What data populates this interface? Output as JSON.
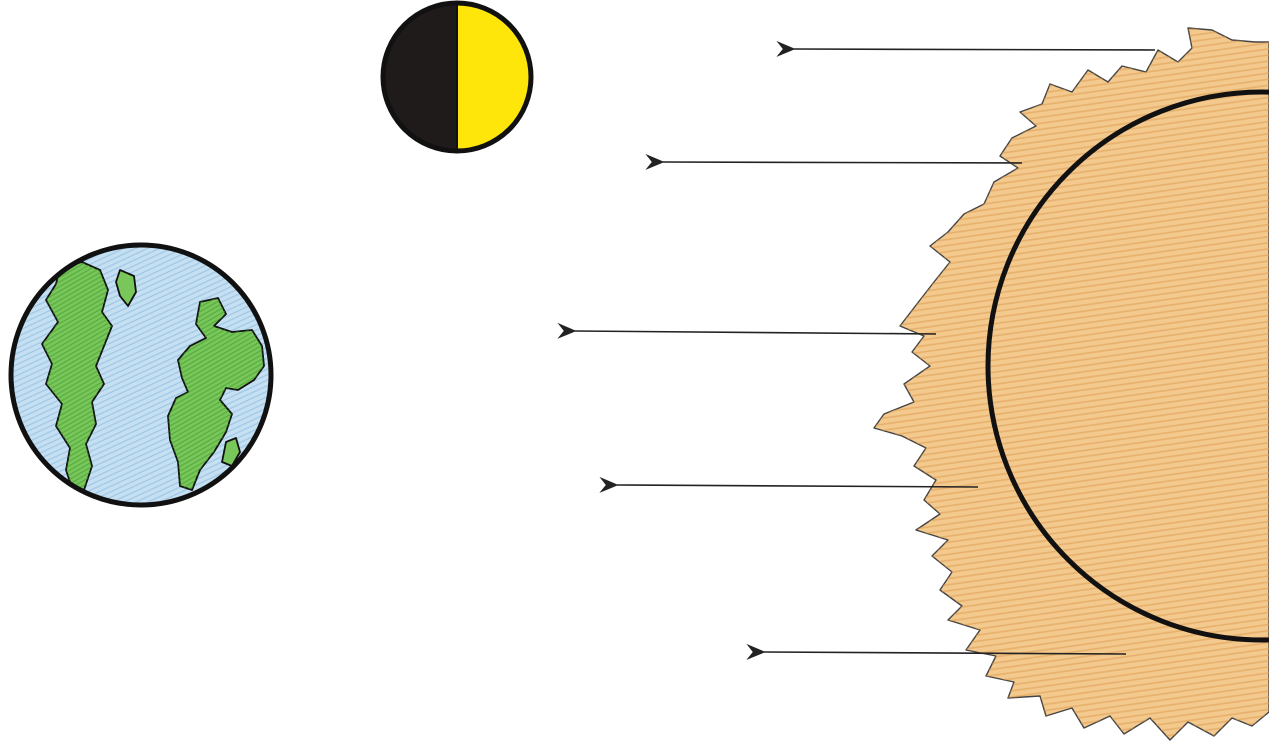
{
  "colors": {
    "background": "#ffffff",
    "outline": "#111111",
    "moon_dark": "#1f1b1a",
    "moon_lit": "#ffe60a",
    "ocean": "#bfdcef",
    "land": "#6fbf4a",
    "sun_fill": "#f1c489",
    "sun_shade": "#e3a45a",
    "arrow": "#222222"
  },
  "icons": {
    "sun": "sun-icon",
    "earth": "earth-icon",
    "moon": "moon-icon"
  },
  "moon_phase": {
    "lit_fraction": 0.5,
    "lit_side": "right"
  },
  "sunlight_rays": {
    "count": 5,
    "direction": "toward-left"
  }
}
